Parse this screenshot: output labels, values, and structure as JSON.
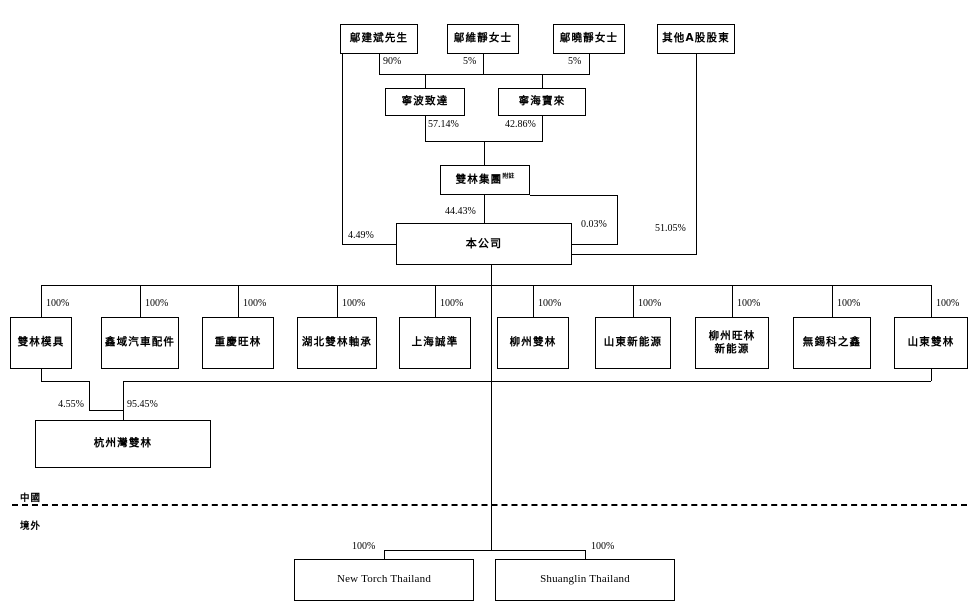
{
  "chart_data": {
    "type": "diagram",
    "title": "Corporate shareholding structure chart",
    "nodes": [
      {
        "id": "wu_jianbin",
        "label": "鄔建斌先生",
        "script": "cjk"
      },
      {
        "id": "wu_weijing",
        "label": "鄔維靜女士",
        "script": "cjk"
      },
      {
        "id": "wu_xiaojing",
        "label": "鄔曉靜女士",
        "script": "cjk"
      },
      {
        "id": "other_a_share",
        "label": "其他A股股東",
        "script": "cjk"
      },
      {
        "id": "ningbo_zhida",
        "label": "寧波致達",
        "script": "cjk"
      },
      {
        "id": "ninghai_baolai",
        "label": "寧海寶來",
        "script": "cjk"
      },
      {
        "id": "shuanglin_group",
        "label": "雙林集團",
        "script": "cjk",
        "superscript": "附註"
      },
      {
        "id": "the_company",
        "label": "本公司",
        "script": "cjk"
      },
      {
        "id": "shuanglin_mould",
        "label": "雙林模具",
        "script": "cjk"
      },
      {
        "id": "xinyu_auto",
        "label": "鑫域汽車配件",
        "script": "cjk"
      },
      {
        "id": "chongqing_wl",
        "label": "重慶旺林",
        "script": "cjk"
      },
      {
        "id": "hubei_sl_bear",
        "label": "湖北雙林軸承",
        "script": "cjk"
      },
      {
        "id": "shanghai_cz",
        "label": "上海誠準",
        "script": "cjk"
      },
      {
        "id": "liuzhou_sl",
        "label": "柳州雙林",
        "script": "cjk"
      },
      {
        "id": "shandong_ne",
        "label": "山東新能源",
        "script": "cjk"
      },
      {
        "id": "liuzhou_wl_ne",
        "label": "柳州旺林\n新能源",
        "script": "cjk"
      },
      {
        "id": "wuxi_kzx",
        "label": "無錫科之鑫",
        "script": "cjk"
      },
      {
        "id": "shandong_sl",
        "label": "山東雙林",
        "script": "cjk"
      },
      {
        "id": "hangzhouwan_sl",
        "label": "杭州灣雙林",
        "script": "cjk"
      },
      {
        "id": "new_torch_th",
        "label": "New Torch Thailand",
        "script": "latin"
      },
      {
        "id": "shuanglin_th",
        "label": "Shuanglin Thailand",
        "script": "latin"
      }
    ],
    "edges": [
      {
        "from": "wu_jianbin",
        "to": "ningbo_zhida",
        "percent": "90%"
      },
      {
        "from": "wu_weijing",
        "to": "ningbo_zhida",
        "percent": "5%"
      },
      {
        "from": "wu_xiaojing",
        "to": "ninghai_baolai",
        "percent": "5%"
      },
      {
        "from": "ningbo_zhida",
        "to": "shuanglin_group",
        "percent": "57.14%"
      },
      {
        "from": "ninghai_baolai",
        "to": "shuanglin_group",
        "percent": "42.86%"
      },
      {
        "from": "shuanglin_group",
        "to": "the_company",
        "percent": "44.43%"
      },
      {
        "from": "wu_jianbin",
        "to": "the_company",
        "percent": "4.49%"
      },
      {
        "from": "shuanglin_group",
        "to": "the_company",
        "percent": "0.03%"
      },
      {
        "from": "other_a_share",
        "to": "the_company",
        "percent": "51.05%"
      },
      {
        "from": "the_company",
        "to": "shuanglin_mould",
        "percent": "100%"
      },
      {
        "from": "the_company",
        "to": "xinyu_auto",
        "percent": "100%"
      },
      {
        "from": "the_company",
        "to": "chongqing_wl",
        "percent": "100%"
      },
      {
        "from": "the_company",
        "to": "hubei_sl_bear",
        "percent": "100%"
      },
      {
        "from": "the_company",
        "to": "shanghai_cz",
        "percent": "100%"
      },
      {
        "from": "the_company",
        "to": "liuzhou_sl",
        "percent": "100%"
      },
      {
        "from": "the_company",
        "to": "shandong_ne",
        "percent": "100%"
      },
      {
        "from": "the_company",
        "to": "liuzhou_wl_ne",
        "percent": "100%"
      },
      {
        "from": "the_company",
        "to": "wuxi_kzx",
        "percent": "100%"
      },
      {
        "from": "the_company",
        "to": "shandong_sl",
        "percent": "100%"
      },
      {
        "from": "shuanglin_mould",
        "to": "hangzhouwan_sl",
        "percent": "4.55%"
      },
      {
        "from": "shandong_sl",
        "to": "hangzhouwan_sl",
        "percent": "95.45%"
      },
      {
        "from": "the_company",
        "to": "new_torch_th",
        "percent": "100%"
      },
      {
        "from": "the_company",
        "to": "shuanglin_th",
        "percent": "100%"
      }
    ],
    "regions": [
      {
        "id": "china",
        "label": "中國"
      },
      {
        "id": "offshore",
        "label": "境外"
      }
    ]
  },
  "boxes": {
    "wu_jianbin": {
      "label": "鄔建斌先生"
    },
    "wu_weijing": {
      "label": "鄔維靜女士"
    },
    "wu_xiaojing": {
      "label": "鄔曉靜女士"
    },
    "other_a_share": {
      "label": "其他A股股東"
    },
    "ningbo_zhida": {
      "label": "寧波致達"
    },
    "ninghai_baolai": {
      "label": "寧海寶來"
    },
    "shuanglin_group": {
      "label": "雙林集團",
      "superscript": "附註"
    },
    "the_company": {
      "label": "本公司"
    },
    "shuanglin_mould": {
      "label": "雙林模具"
    },
    "xinyu_auto": {
      "label": "鑫域汽車配件"
    },
    "chongqing_wl": {
      "label": "重慶旺林"
    },
    "hubei_sl_bear": {
      "label": "湖北雙林軸承"
    },
    "shanghai_cz": {
      "label": "上海誠準"
    },
    "liuzhou_sl": {
      "label": "柳州雙林"
    },
    "shandong_ne": {
      "label": "山東新能源"
    },
    "liuzhou_wl_ne": {
      "label": "柳州旺林\n新能源"
    },
    "wuxi_kzx": {
      "label": "無錫科之鑫"
    },
    "shandong_sl": {
      "label": "山東雙林"
    },
    "hangzhouwan_sl": {
      "label": "杭州灣雙林"
    },
    "new_torch_th": {
      "label": "New Torch Thailand"
    },
    "shuanglin_th": {
      "label": "Shuanglin Thailand"
    }
  },
  "percents": {
    "p90": "90%",
    "p5a": "5%",
    "p5b": "5%",
    "p5714": "57.14%",
    "p4286": "42.86%",
    "p4443": "44.43%",
    "p449": "4.49%",
    "p003": "0.03%",
    "p5105": "51.05%",
    "sub1": "100%",
    "sub2": "100%",
    "sub3": "100%",
    "sub4": "100%",
    "sub5": "100%",
    "sub6": "100%",
    "sub7": "100%",
    "sub8": "100%",
    "sub9": "100%",
    "sub10": "100%",
    "p455": "4.55%",
    "p9545": "95.45%",
    "th1": "100%",
    "th2": "100%"
  },
  "regions": {
    "china": "中國",
    "offshore": "境外"
  }
}
